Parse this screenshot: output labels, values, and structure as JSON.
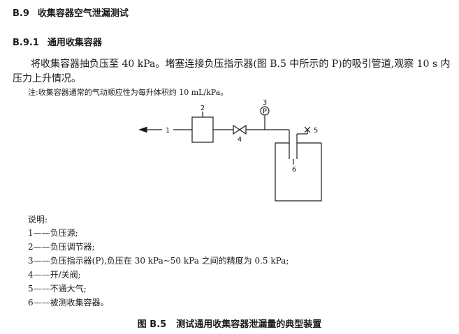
{
  "section": {
    "number": "B.9",
    "title": "收集容器空气泄漏测试"
  },
  "subsection": {
    "number": "B.9.1",
    "title": "通用收集容器"
  },
  "paragraph": {
    "line1": "将收集容器抽负压至 40 kPa。堵塞连接负压指示器(图 B.5 中所示的 P)的吸引管道,观察 10 s 内",
    "line2": "压力上升情况。"
  },
  "note": "注:收集容器通常的气动顺应性为每升体积约 10 mL/kPa。",
  "diagram": {
    "labels": {
      "n1": "1",
      "n2": "2",
      "n3": "3",
      "n4": "4",
      "n5": "5",
      "n6": "6",
      "gauge": "P"
    },
    "icons": [
      "arrow-left-icon",
      "valve-icon",
      "pressure-gauge-icon",
      "vent-cross-icon"
    ]
  },
  "legend": {
    "title": "说明:",
    "items": [
      "1——负压源;",
      "2——负压调节器;",
      "3——负压指示器(P),负压在 30 kPa~50 kPa 之间的精度为 0.5 kPa;",
      "4——开/关阀;",
      "5——不通大气;",
      "6——被测收集容器。"
    ]
  },
  "figure": {
    "label": "图 B.5",
    "caption": "测试通用收集容器泄漏量的典型装置"
  }
}
